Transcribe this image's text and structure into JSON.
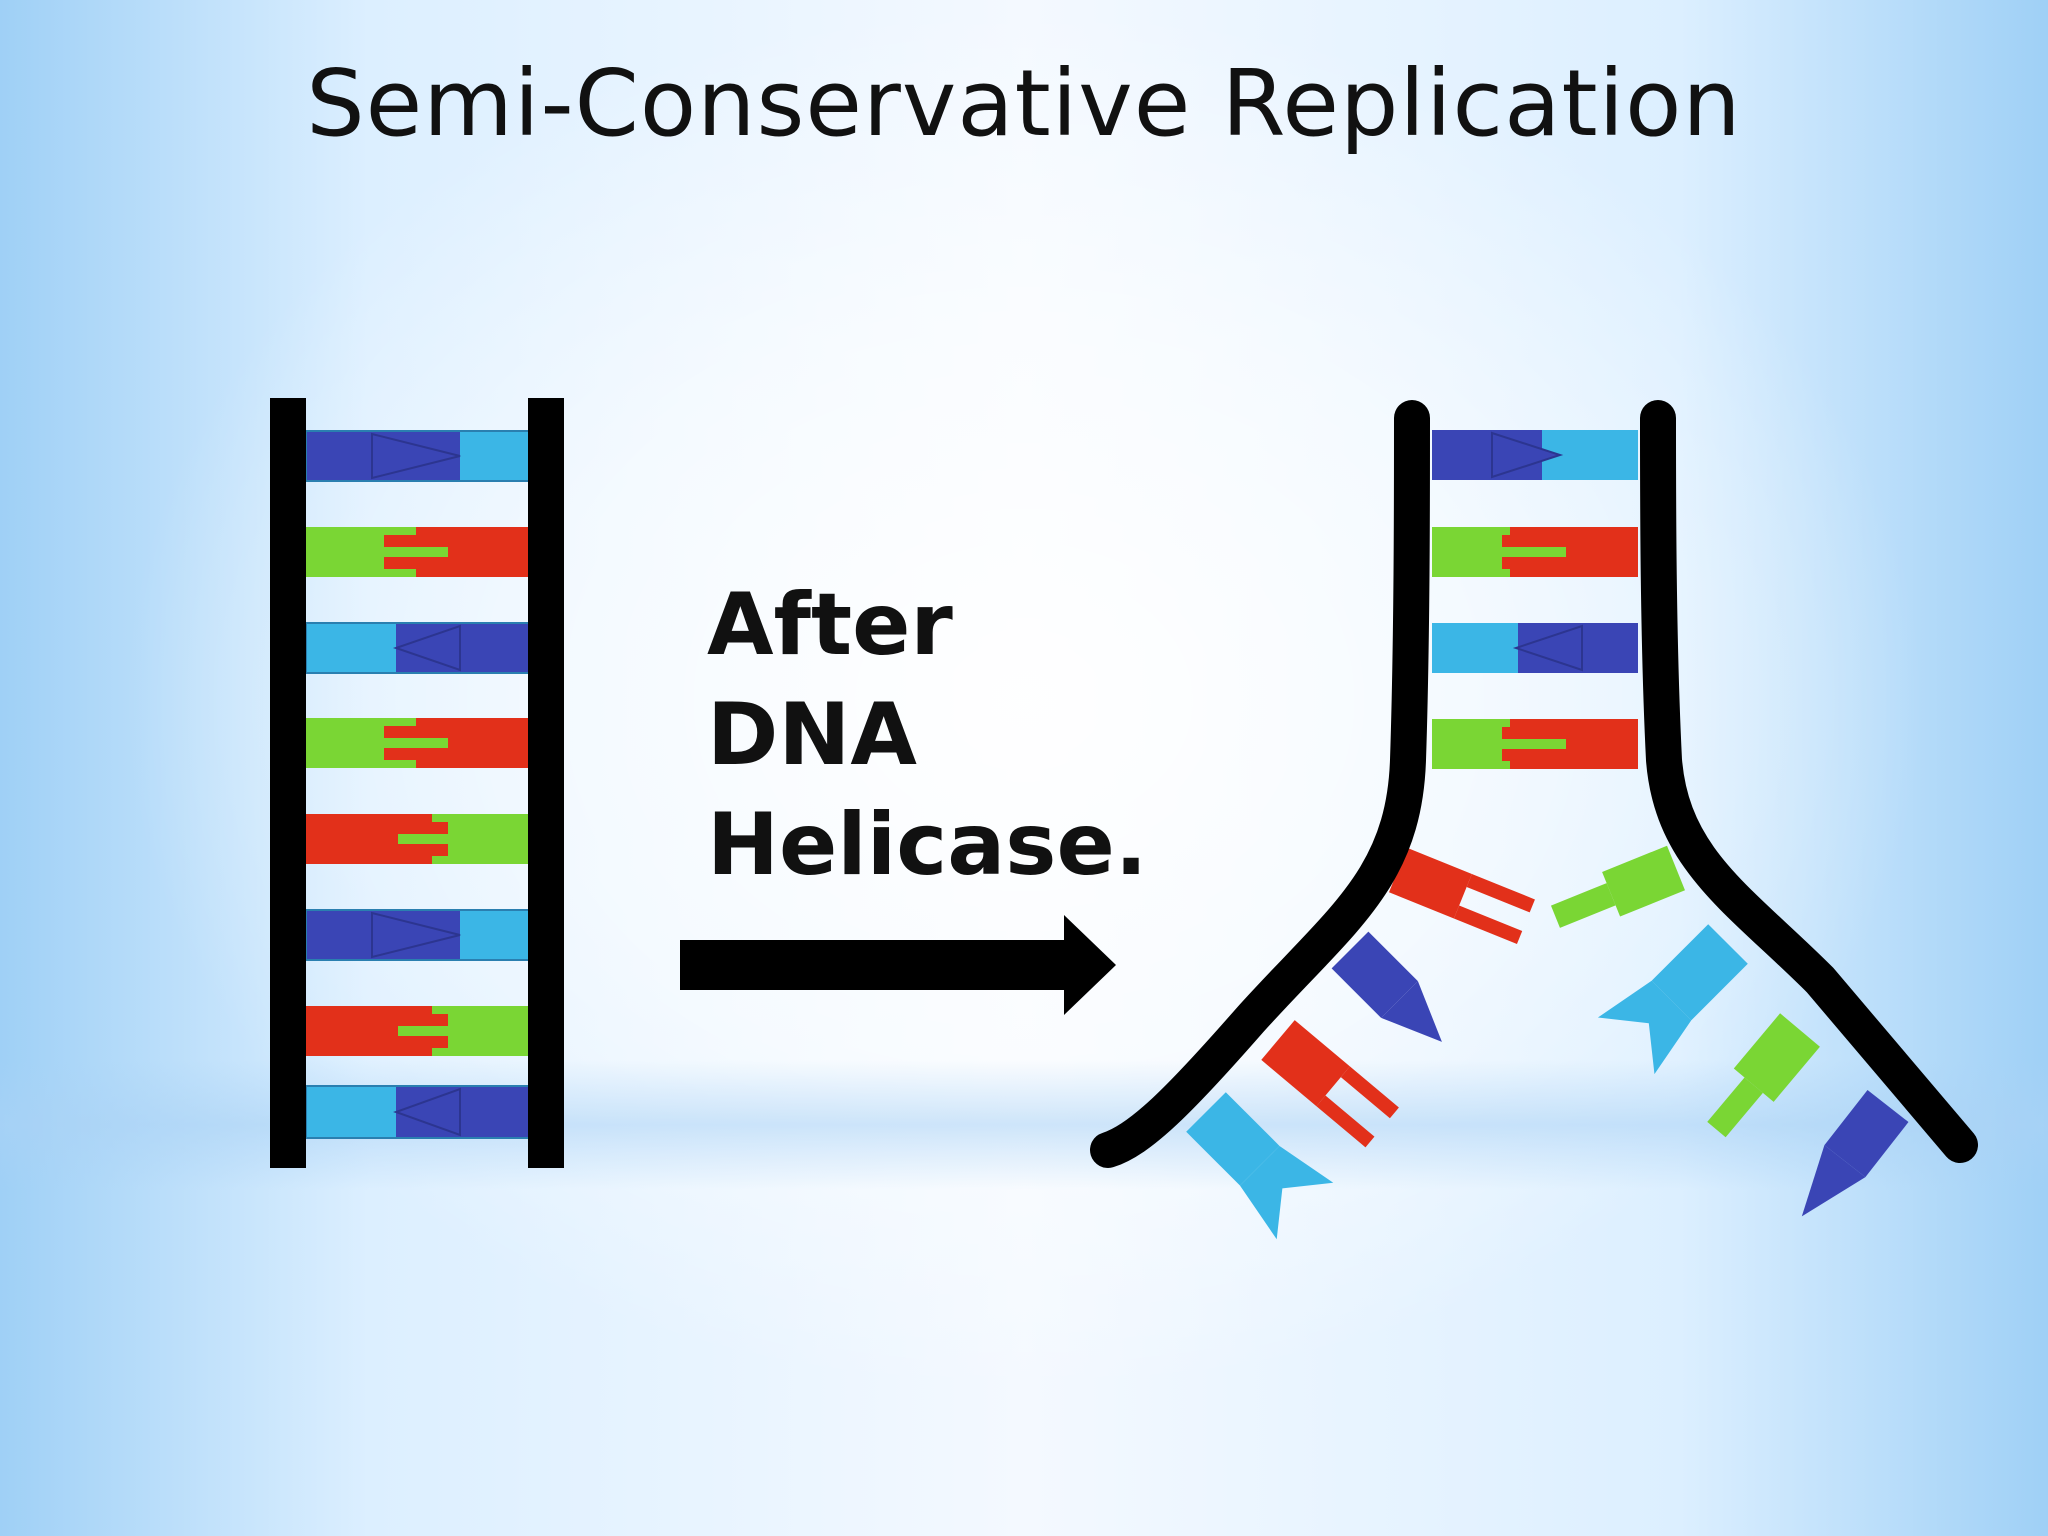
{
  "slide": {
    "title": "Semi-Conservative Replication",
    "caption_lines": [
      "After",
      "DNA",
      "Helicase."
    ]
  },
  "colors": {
    "backbone": "#000000",
    "dark_blue": "#3a45b5",
    "light_blue": "#3bb6e6",
    "green": "#7ad634",
    "red": "#e2301a",
    "background_edge": "#9fd0f6",
    "arrow": "#000000"
  },
  "intact_strand": {
    "base_pairs": [
      {
        "left": "dark_blue",
        "right": "light_blue",
        "joint": "triangle-right"
      },
      {
        "left": "green",
        "right": "red",
        "joint": "notch"
      },
      {
        "left": "light_blue",
        "right": "dark_blue",
        "joint": "triangle-left"
      },
      {
        "left": "green",
        "right": "red",
        "joint": "notch"
      },
      {
        "left": "red",
        "right": "green",
        "joint": "notch"
      },
      {
        "left": "dark_blue",
        "right": "light_blue",
        "joint": "triangle-right"
      },
      {
        "left": "red",
        "right": "green",
        "joint": "notch"
      },
      {
        "left": "light_blue",
        "right": "dark_blue",
        "joint": "triangle-left"
      }
    ]
  },
  "unzipping_strand": {
    "paired_rungs": [
      {
        "left": "dark_blue",
        "right": "light_blue",
        "joint": "triangle-right"
      },
      {
        "left": "green",
        "right": "red",
        "joint": "notch"
      },
      {
        "left": "light_blue",
        "right": "dark_blue",
        "joint": "triangle-left"
      },
      {
        "left": "green",
        "right": "red",
        "joint": "notch"
      }
    ],
    "separated_left_arm": [
      "red",
      "dark_blue",
      "red",
      "light_blue"
    ],
    "separated_right_arm": [
      "green",
      "light_blue",
      "green",
      "dark_blue"
    ]
  }
}
